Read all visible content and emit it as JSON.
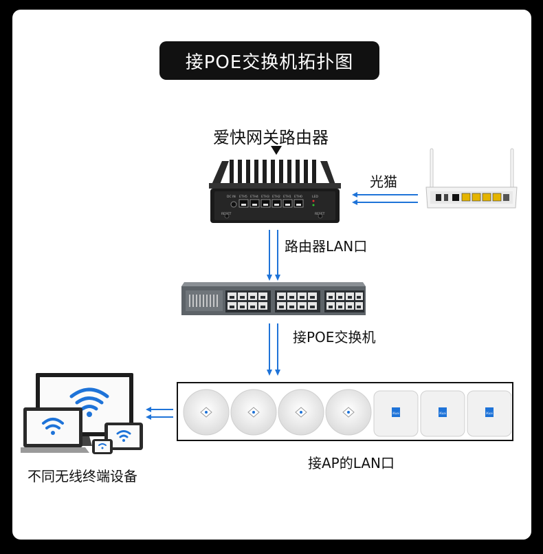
{
  "title": "接POE交换机拓扑图",
  "labels": {
    "router": "爱快网关路由器",
    "modem": "光猫",
    "router_lan": "路由器LAN口",
    "poe_switch": "接POE交换机",
    "ap_lan": "接AP的LAN口",
    "terminals": "不同无线终端设备"
  },
  "device_port_labels": [
    "DC IN",
    "ETH5",
    "ETH4",
    "ETH3",
    "ETH2",
    "ETH1",
    "ETH0",
    "LED"
  ],
  "device_button_labels": [
    "RESET",
    "RESET"
  ],
  "ap_logo_text": "iKuai",
  "colors": {
    "arrow": "#1e73d8",
    "background": "#000000",
    "card": "#ffffff"
  }
}
